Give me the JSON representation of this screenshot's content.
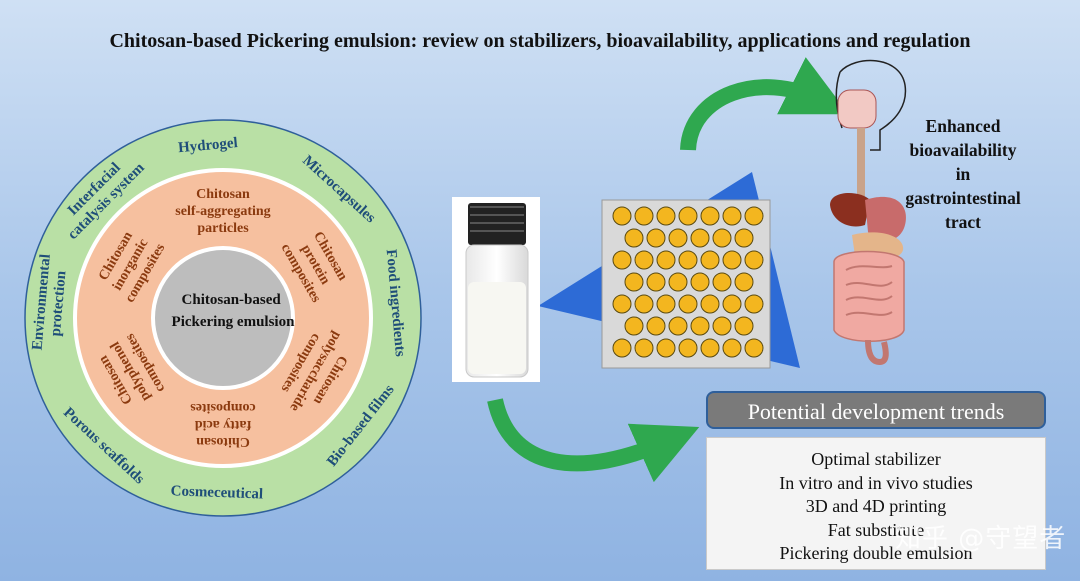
{
  "title": "Chitosan-based Pickering emulsion: review on stabilizers, bioavailability, applications and regulation",
  "center_label": [
    "Chitosan-based",
    "Pickering emulsion"
  ],
  "outer_ring": [
    "Hydrogel",
    "Microcapsules",
    "Food ingredients",
    "Bio-based films",
    "Cosmeceutical",
    "Porous scaffolds",
    "Environmental protection",
    "Interfacial catalysis system"
  ],
  "inner_ring": [
    "Chitosan self-aggregating particles",
    "Chitosan protein composites",
    "Chitosan polysaccharide composites",
    "Chitosan fatty acid composites",
    "Chitosan polyphenol composites",
    "Chitosan inorganic composites"
  ],
  "bioavailability": [
    "Enhanced",
    "bioavailability",
    "in",
    "gastrointestinal",
    "tract"
  ],
  "trends": {
    "header": "Potential development trends",
    "items": [
      "Optimal stabilizer",
      "In vitro and in vivo studies",
      "3D and 4D printing",
      "Fat substitute",
      "Pickering double emulsion"
    ]
  },
  "watermark": "知乎 @守望者",
  "colors": {
    "outer_ring": "#b9e0a5",
    "inner_ring": "#f6c09f",
    "center": "#bdbdbd",
    "outer_text": "#1f4e79",
    "inner_text": "#8b3a0f",
    "arrow": "#2fa84f",
    "triangle": "#2d6bd6",
    "droplet": "#f3b61f"
  }
}
